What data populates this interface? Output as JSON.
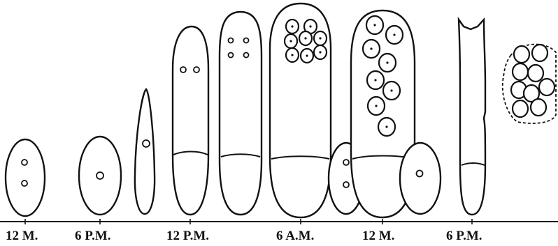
{
  "time_labels": {
    "t1": "12 M.",
    "t2": "6 P.M.",
    "t3": "12 P.M.",
    "t4": "6 A.M.",
    "t5": "12 M.",
    "t6": "6 P.M."
  }
}
